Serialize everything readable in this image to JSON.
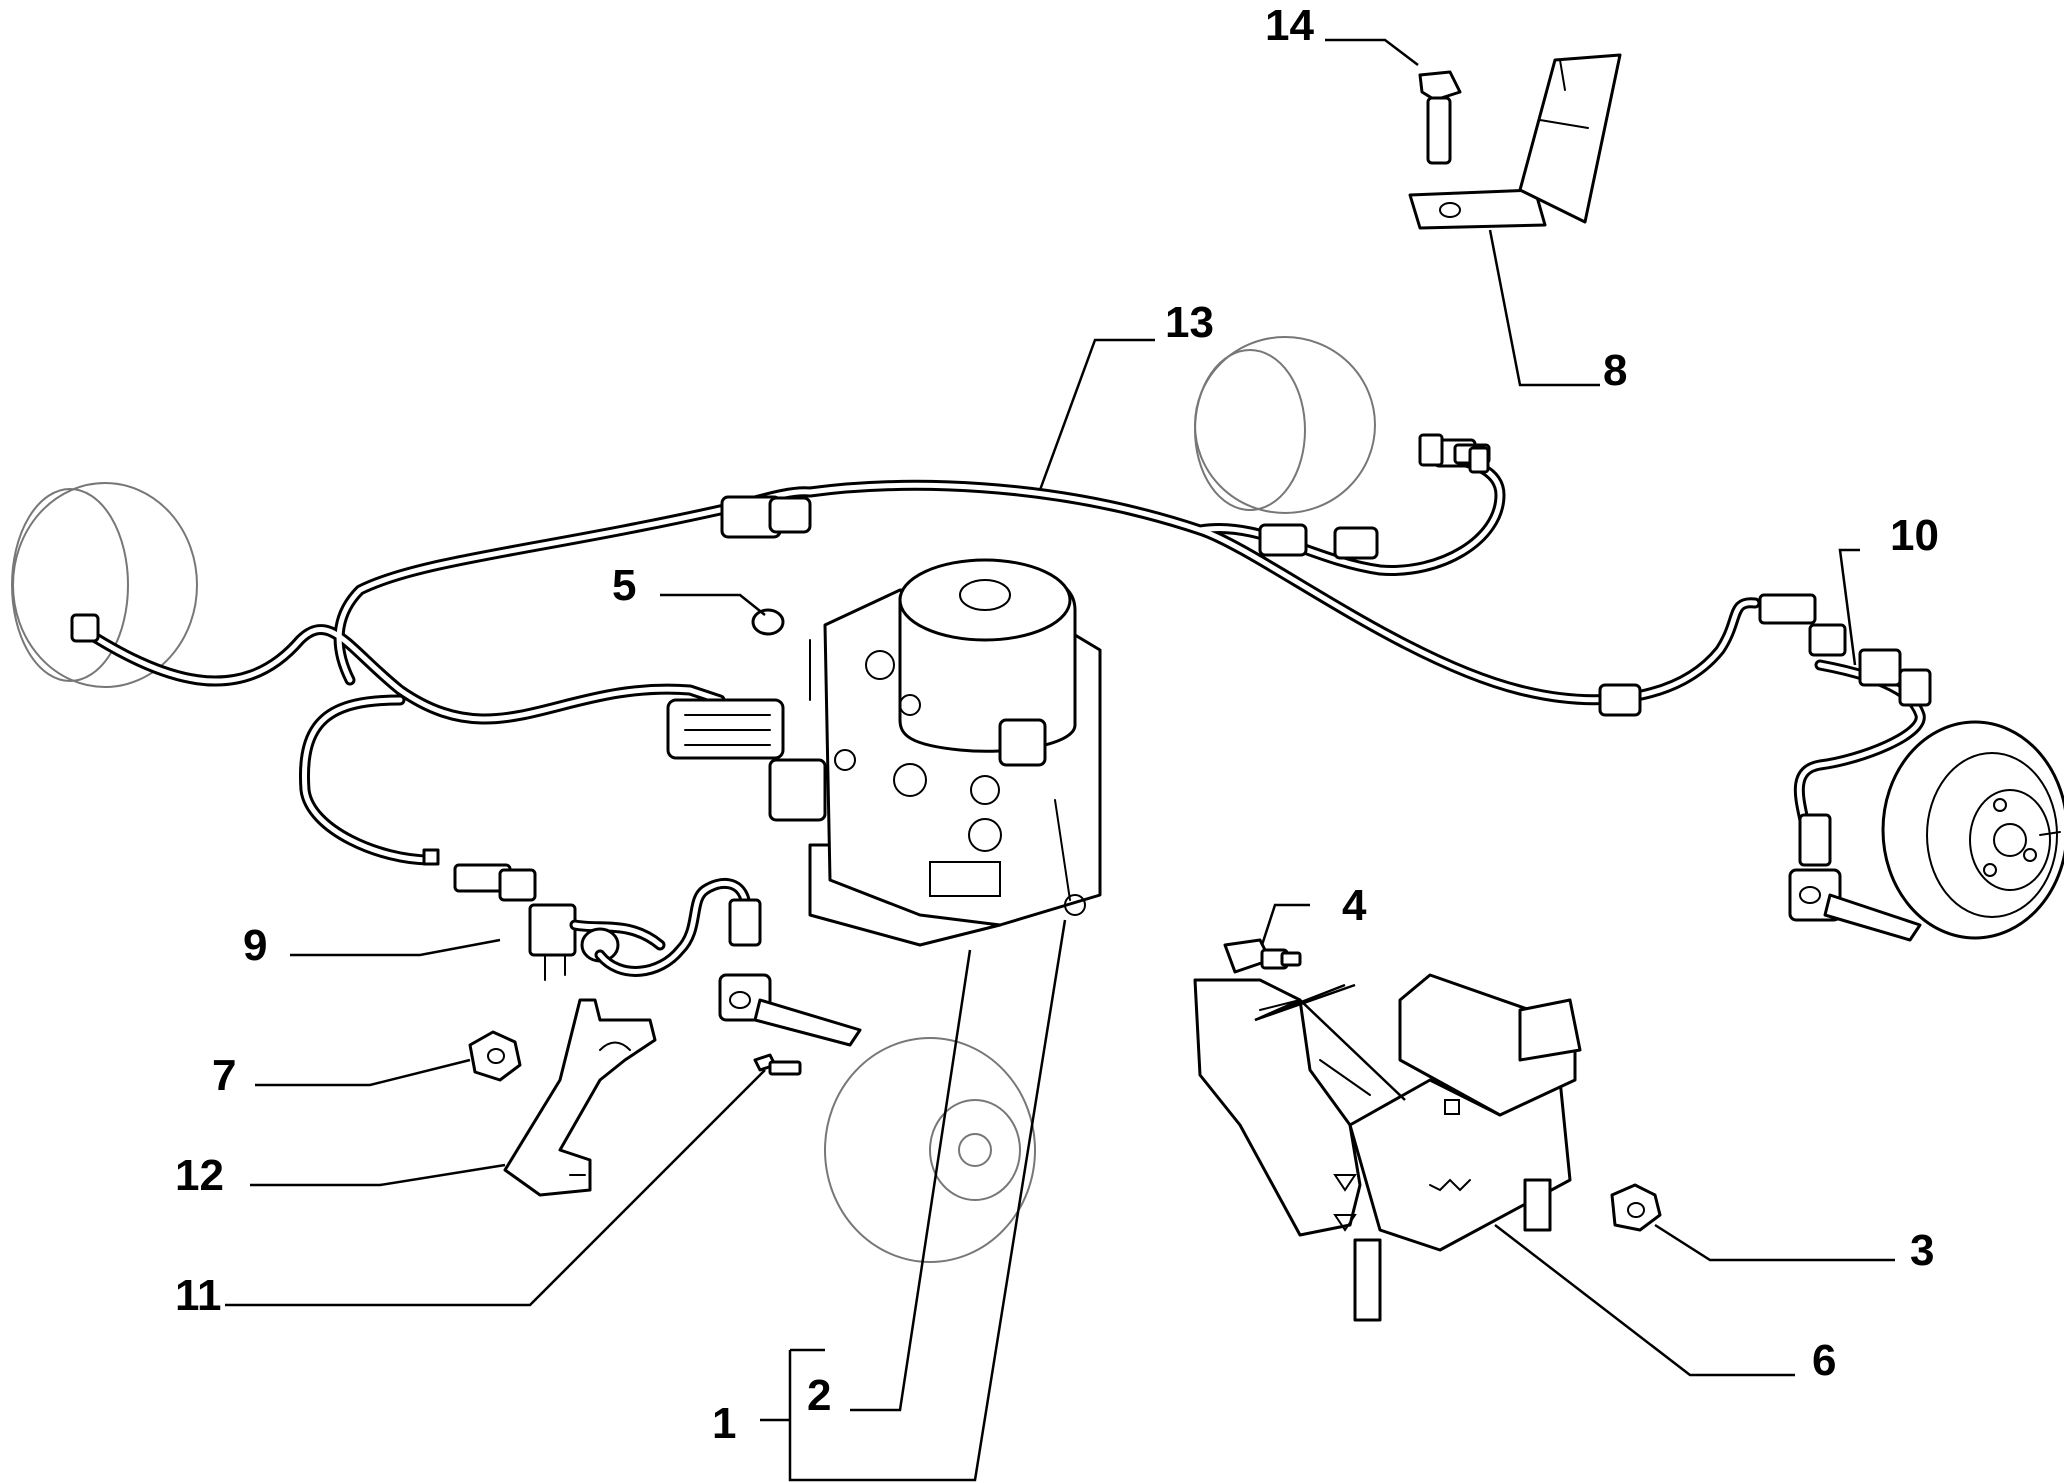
{
  "callouts": [
    "1",
    "2",
    "3",
    "4",
    "5",
    "6",
    "7",
    "8",
    "9",
    "10",
    "11",
    "12",
    "13",
    "14"
  ],
  "icons": {
    "abs_unit": "abs-hydraulic-unit-icon",
    "bracket": "mounting-bracket-icon",
    "sensor": "wheel-speed-sensor-icon",
    "wheel": "wheel-hub-icon",
    "harness": "wiring-harness-icon",
    "nut": "nut-icon",
    "bolt": "bolt-icon"
  }
}
